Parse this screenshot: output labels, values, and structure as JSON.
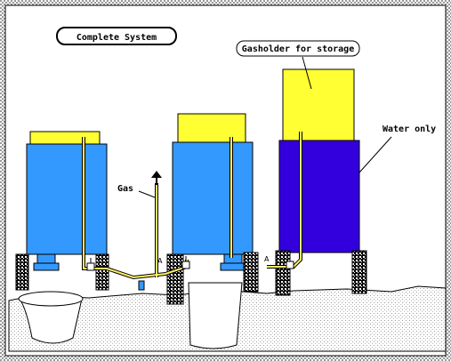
{
  "diagram": {
    "title": "Complete System",
    "labels": {
      "gasholder": "Gasholder for storage",
      "water_only": "Water only",
      "gas": "Gas",
      "valve_a_left": "A",
      "valve_a_right": "A"
    }
  },
  "colors": {
    "water": "#3399ff",
    "water_deep": "#3300dd",
    "gas": "#ffff33",
    "ground_stipple": "#dddddd",
    "border_gray": "#aaaaaa",
    "pipe": "#ffee66"
  }
}
